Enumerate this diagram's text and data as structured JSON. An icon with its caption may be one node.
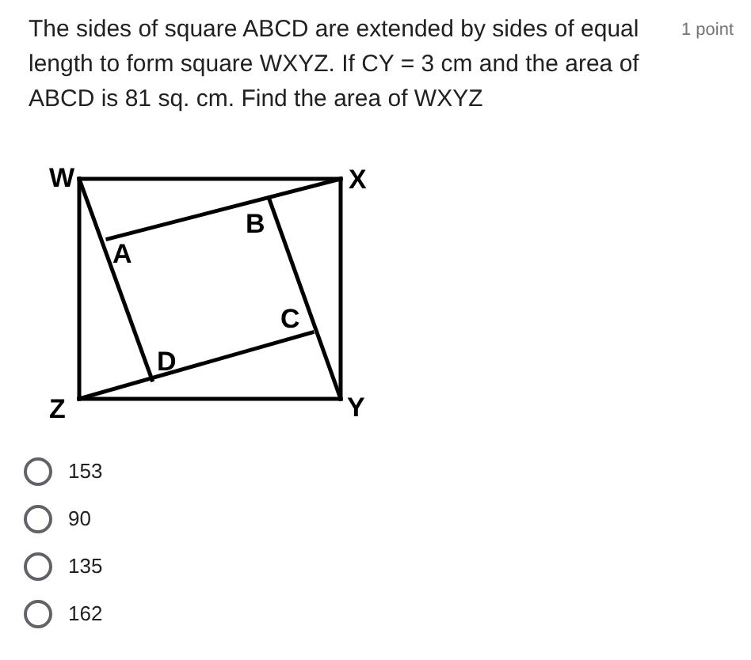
{
  "diagram": {
    "title": "The sides of square ABCD are extended by sides of equal length to form square WXYZ. If CY = 3 cm and the area of ABCD is 81 sq. cm. Find the area of WXYZ",
    "labels": [
      "1 point",
      "W",
      "X",
      "B",
      "A",
      "C",
      "D",
      "Z",
      "Y",
      "153",
      "90",
      "135",
      "162"
    ]
  }
}
